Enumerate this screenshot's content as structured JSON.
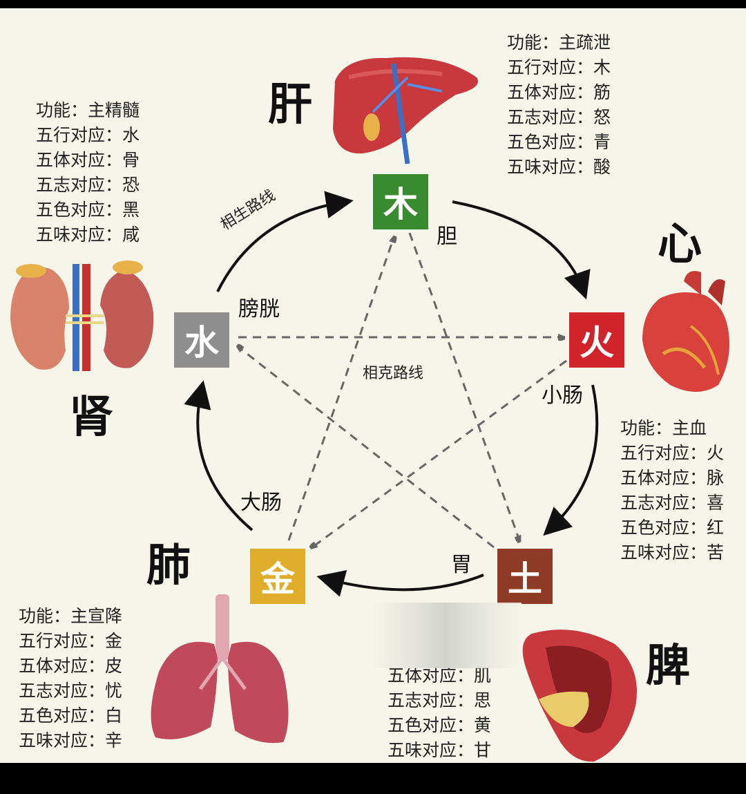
{
  "organs": {
    "liver": {
      "name": "肝"
    },
    "heart": {
      "name": "心"
    },
    "spleen": {
      "name": "脾"
    },
    "lung": {
      "name": "肺"
    },
    "kidney": {
      "name": "肾"
    }
  },
  "elements": {
    "wood": {
      "label": "木",
      "color": "#3a8a30"
    },
    "fire": {
      "label": "火",
      "color": "#d0232a"
    },
    "earth": {
      "label": "土",
      "color": "#8e3a24"
    },
    "metal": {
      "label": "金",
      "color": "#e0ad2a"
    },
    "water": {
      "label": "水",
      "color": "#8e8e8e"
    }
  },
  "fu_organs": {
    "gallbladder": "胆",
    "small_intestine": "小肠",
    "stomach": "胃",
    "large_intestine": "大肠",
    "bladder": "膀胱"
  },
  "routes": {
    "generating": "相生路线",
    "controlling": "相克路线"
  },
  "info": {
    "liver": [
      "功能：主疏泄",
      "五行对应：木",
      "五体对应：筋",
      "五志对应：怒",
      "五色对应：青",
      "五味对应：酸"
    ],
    "kidney": [
      "功能：主精髓",
      "五行对应：水",
      "五体对应：骨",
      "五志对应：恐",
      "五色对应：黑",
      "五味对应：咸"
    ],
    "heart": [
      "功能：主血",
      "五行对应：火",
      "五体对应：脉",
      "五志对应：喜",
      "五色对应：红",
      "五味对应：苦"
    ],
    "lung": [
      "功能：主宣降",
      "五行对应：金",
      "五体对应：皮",
      "五志对应：忧",
      "五色对应：白",
      "五味对应：辛"
    ],
    "spleen": [
      "五体对应：肌",
      "五志对应：思",
      "五色对应：黄",
      "五味对应：甘"
    ]
  },
  "colors": {
    "background": "#f5f5ea",
    "organ_red": "#c8383c"
  }
}
